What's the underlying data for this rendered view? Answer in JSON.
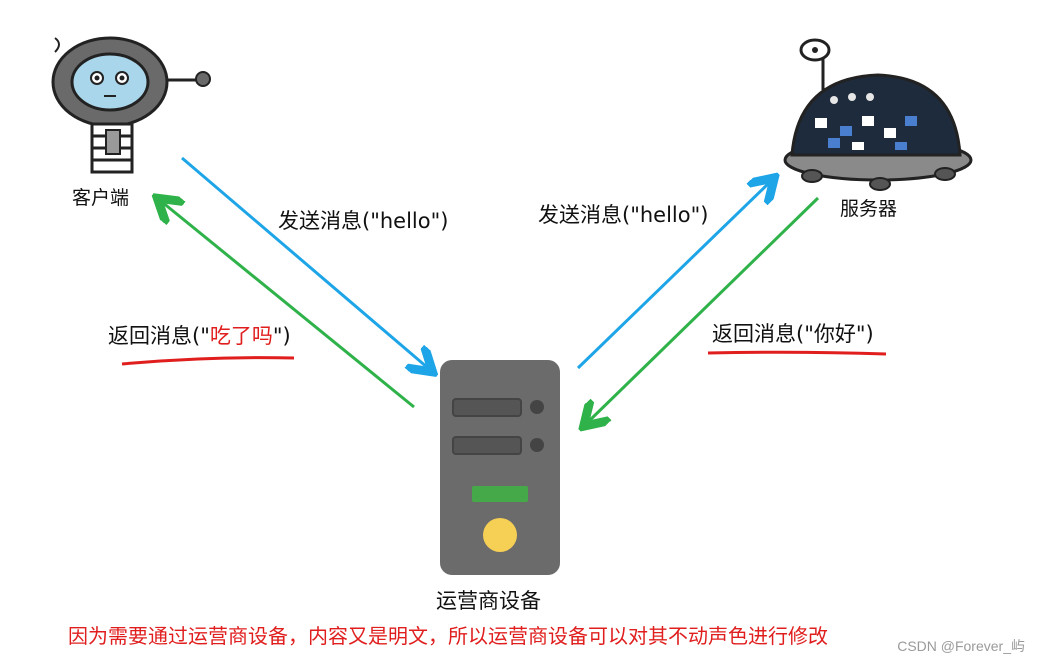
{
  "nodes": {
    "client": {
      "label": "客户端"
    },
    "server": {
      "label": "服务器"
    },
    "carrier": {
      "label": "运营商设备"
    }
  },
  "messages": {
    "send_left": "发送消息(\"hello\")",
    "send_right": "发送消息(\"hello\")",
    "reply_left_prefix": "返回消息(\"",
    "reply_left_red": "吃了吗",
    "reply_left_suffix": "\")",
    "reply_right": "返回消息(\"你好\")"
  },
  "note": "因为需要通过运营商设备，内容又是明文，所以运营商设备可以对其不动声色进行修改",
  "watermark": "CSDN @Forever_屿",
  "colors": {
    "send_arrow": "#1ea5e8",
    "reply_arrow": "#2fb24a",
    "underline": "#e01e1e",
    "note_text": "#e01e1e",
    "server_box": "#6b6b6b",
    "green_led": "#45a849",
    "yellow_button": "#f6cf55"
  }
}
